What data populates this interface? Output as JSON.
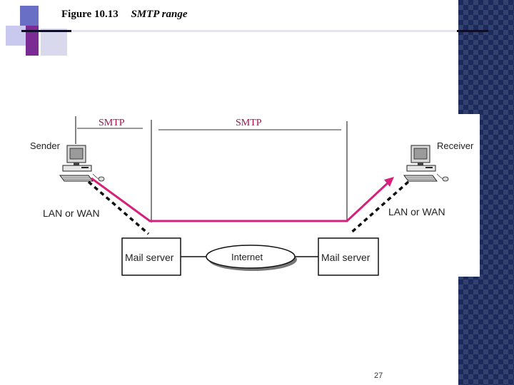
{
  "slide": {
    "figure_number": "Figure 10.13",
    "caption": "SMTP range",
    "page_number": "27"
  },
  "diagram": {
    "smtp_left": "SMTP",
    "smtp_right": "SMTP",
    "sender": "Sender",
    "receiver": "Receiver",
    "lan_left": "LAN or WAN",
    "lan_right": "LAN or WAN",
    "mail_server_left": "Mail server",
    "mail_server_right": "Mail server",
    "internet": "Internet"
  },
  "colors": {
    "path": "#d6207a",
    "smtp_text": "#a01050",
    "panel": "#1b2a5c"
  },
  "icons": [
    "computer-icon",
    "arrow-icon"
  ]
}
